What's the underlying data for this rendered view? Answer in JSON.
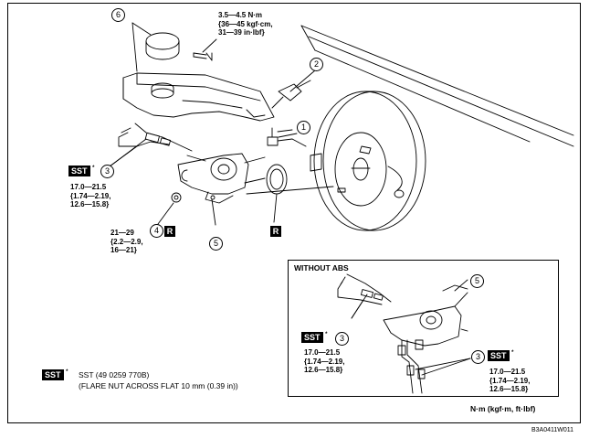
{
  "callouts": {
    "c1": "1",
    "c2": "2",
    "c3a": "3",
    "c3b": "3",
    "c3c": "3",
    "c4": "4",
    "c5a": "5",
    "c5b": "5",
    "c6": "6"
  },
  "torque_mount": [
    "3.5—4.5 N·m",
    "{36—45 kgf·cm,",
    "31—39 in·lbf}"
  ],
  "torque_sst_main": [
    "17.0—21.5",
    "{1.74—2.19,",
    "12.6—15.8}"
  ],
  "torque_bolt": [
    "21—29",
    "{2.2—2.9,",
    "16—21}"
  ],
  "inset": {
    "title": "WITHOUT ABS",
    "torque_left": [
      "17.0—21.5",
      "{1.74—2.19,",
      "12.6—15.8}"
    ],
    "torque_right": [
      "17.0—21.5",
      "{1.74—2.19,",
      "12.6—15.8}"
    ]
  },
  "badges": {
    "sst": "SST",
    "asterisk": "*",
    "replace": "R"
  },
  "legend": {
    "line1": "SST (49 0259 770B)",
    "line2": "(FLARE NUT ACROSS FLAT 10 mm (0.39 in))"
  },
  "units": "N·m (kgf·m, ft·lbf)",
  "figure_code": "B3A0411W011"
}
